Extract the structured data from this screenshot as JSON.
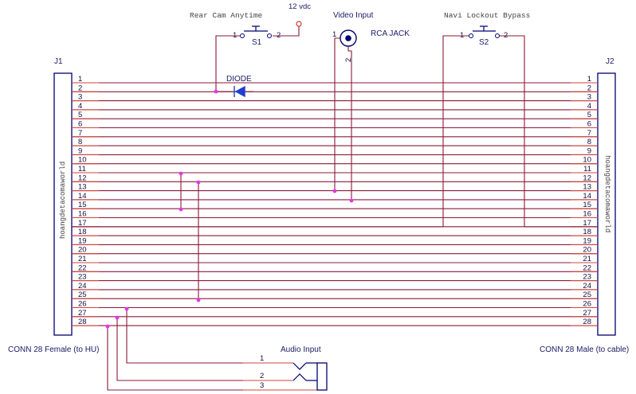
{
  "diagram": {
    "j1": {
      "ref": "J1",
      "caption": "CONN 28 Female (to HU)",
      "side_text": "hoangdetacomaworld"
    },
    "j2": {
      "ref": "J2",
      "caption": "CONN 28 Male (to cable)",
      "side_text": "hoangdetacomaworld"
    },
    "pins": [
      "1",
      "2",
      "3",
      "4",
      "5",
      "6",
      "7",
      "8",
      "9",
      "10",
      "11",
      "12",
      "13",
      "14",
      "15",
      "16",
      "17",
      "18",
      "19",
      "20",
      "21",
      "22",
      "23",
      "24",
      "25",
      "26",
      "27",
      "28"
    ],
    "s1": {
      "title": "Rear Cam Anytime",
      "ref": "S1",
      "pin_a": "1",
      "pin_b": "2"
    },
    "power": {
      "label": "12 vdc"
    },
    "diode": {
      "label": "DIODE"
    },
    "rca": {
      "title": "Video Input",
      "label": "RCA JACK",
      "pin_a": "1",
      "pin_b": "2"
    },
    "s2": {
      "title": "Navi Lockout Bypass",
      "ref": "S2",
      "pin_a": "1",
      "pin_b": "2"
    },
    "audio": {
      "title": "Audio Input",
      "pins": [
        "1",
        "2",
        "3"
      ]
    }
  }
}
